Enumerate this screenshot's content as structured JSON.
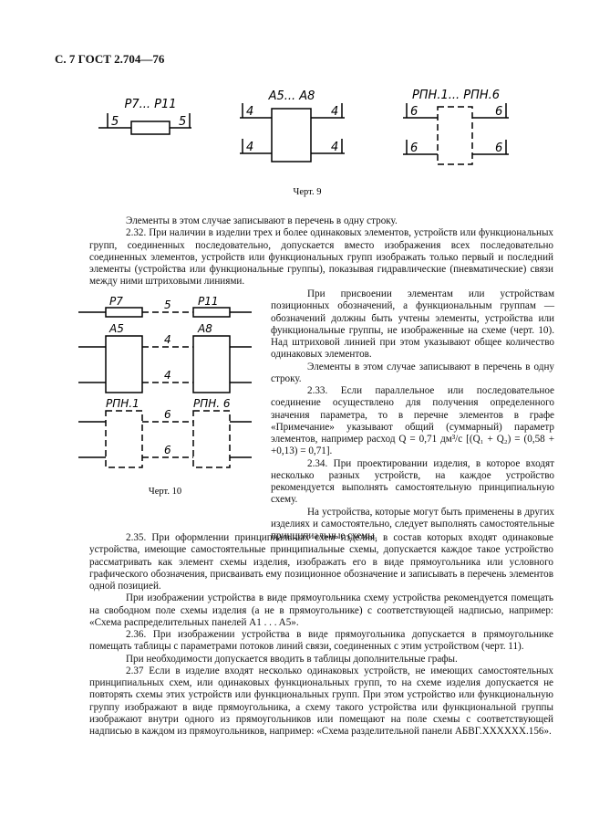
{
  "page_header": "С. 7 ГОСТ 2.704—76",
  "fig9": {
    "group1": {
      "title": "P7... P11",
      "left": "5",
      "right": "5"
    },
    "group2": {
      "title": "A5... A8",
      "tl": "4",
      "tr": "4",
      "bl": "4",
      "br": "4"
    },
    "group3": {
      "title": "PПН.1... PПН.6",
      "tl": "6",
      "tr": "6",
      "bl": "6",
      "br": "6"
    },
    "caption": "Черт. 9"
  },
  "fig10": {
    "p7": "P7",
    "p11": "P11",
    "n5": "5",
    "a5": "A5",
    "a8": "A8",
    "n4a": "4",
    "n4b": "4",
    "rpn1": "PПН.1",
    "rpn6": "PПН. 6",
    "n6a": "6",
    "n6b": "6",
    "caption": "Черт. 10"
  },
  "text": {
    "p1": "Элементы в этом случае записывают в перечень в одну строку.",
    "p2": "2.32. При наличии в изделии трех и более одинаковых элементов, устройств или функциональных групп, соединенных последовательно, допускается вместо изображения всех последовательно соединенных элементов, устройств или функциональных групп изображать только первый и последний элементы (устройства или функциональные группы), показывая гидравлические (пневматические) связи между ними штриховыми линиями.",
    "p3": "При присвоении элементам или устройствам позиционных обозначений, а функциональным группам — обозначений должны быть учтены элементы, устройства или функциональные группы, не изображенные на схеме (черт. 10). Над штриховой линией при этом указывают общее количество одинаковых элементов.",
    "p4": "Элементы в этом случае записывают в перечень в одну строку.",
    "p5": "2.33. Если параллельное или последовательное соединение осуществлено для получения определенного значения параметра, то в перечне элементов в графе «Примечание» указывают общий (суммарный) параметр элементов, например расход Q = 0,71 дм³/с [(Q₁ + Q₂) = (0,58 + +0,13) = 0,71].",
    "p6": "2.34. При проектировании изделия, в которое входят несколько разных устройств, на каждое устройство рекомендуется выполнять самостоятельную принципиальную схему.",
    "p7": "На устройства, которые могут быть применены в других изделиях и самостоятельно, следует выполнять самостоятельные принципиальные схемы.",
    "p8": "2.35. При оформлении принципиальных схем изделия, в состав которых входят одинаковые устройства, имеющие самостоятельные принципиальные схемы, допускается каждое такое устройство рассматривать как элемент схемы изделия, изображать его в виде прямоугольника или условного графического обозначения, присваивать ему позиционное обозначение и записывать в перечень элементов одной позицией.",
    "p9": "При изображении устройства в виде прямоугольника схему устройства рекомендуется помещать на свободном поле схемы изделия (а не в прямоугольнике) с соответствующей надписью, например: «Схема распределительных панелей A1 . . . A5».",
    "p10": "2.36. При изображении устройства в виде прямоугольника допускается в прямоугольнике помещать таблицы с параметрами потоков линий связи, соединенных с этим устройством (черт. 11).",
    "p11": "При необходимости допускается вводить в таблицы дополнительные графы.",
    "p12": "2.37 Если в изделие входят несколько одинаковых устройств, не имеющих самостоятельных принципиальных схем, или одинаковых функциональных групп, то на схеме изделия допускается не повторять схемы этих устройств или функциональных групп. При этом устройство или функциональную группу изображают в виде прямоугольника, а схему такого устройства или функциональной группы изображают внутри одного из прямоугольников или помещают на поле схемы с соответствующей надписью в каждом из прямоугольников, например: «Схема разделительной панели АБВГ.XXXXXX.156»."
  }
}
